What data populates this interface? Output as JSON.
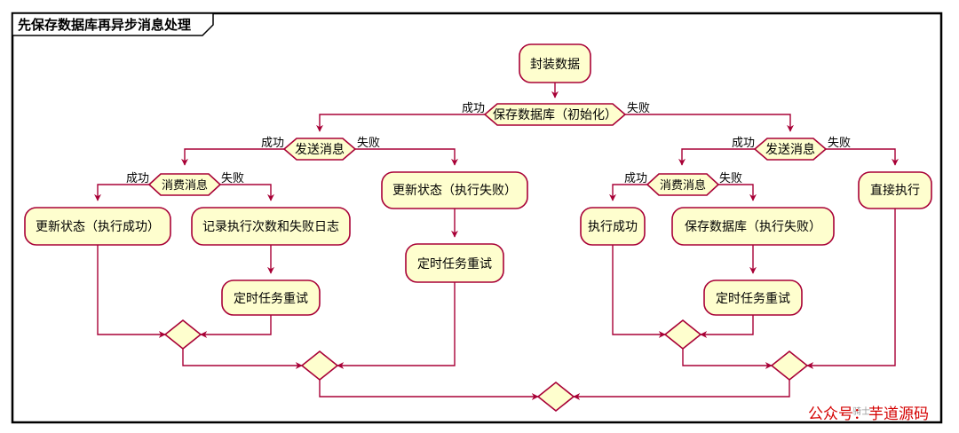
{
  "title": "先保存数据库再异步消息处理",
  "nodes": {
    "encapsulate": "封装数据",
    "save_db_init": "保存数据库（初始化）",
    "send_msg_left": "发送消息",
    "send_msg_right": "发送消息",
    "consume_left": "消费消息",
    "consume_right": "消费消息",
    "update_success": "更新状态（执行成功）",
    "record_fail_log": "记录执行次数和失败日志",
    "retry_1": "定时任务重试",
    "update_fail": "更新状态（执行失败）",
    "retry_2": "定时任务重试",
    "exec_success": "执行成功",
    "save_db_fail": "保存数据库（执行失败）",
    "retry_3": "定时任务重试",
    "direct_exec": "直接执行"
  },
  "branch_labels": {
    "success": "成功",
    "fail": "失败"
  },
  "watermark": {
    "main": "公众号：芋道源码",
    "faint": "骑士"
  },
  "colors": {
    "node_fill": "#FEFECE",
    "edge": "#A80036",
    "frame": "#000000",
    "watermark": "#D40000"
  }
}
